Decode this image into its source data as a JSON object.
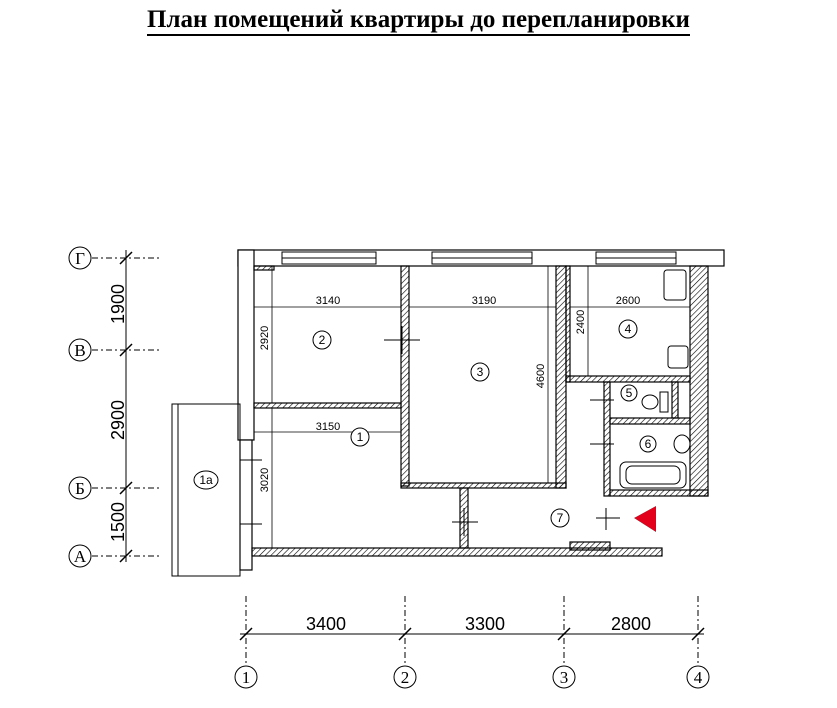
{
  "title": "План помещений квартиры до перепланировки",
  "axes": {
    "rows": [
      "Г",
      "В",
      "Б",
      "А"
    ],
    "cols": [
      "1",
      "2",
      "3",
      "4"
    ]
  },
  "vertical_dims": [
    "1900",
    "2900",
    "1500"
  ],
  "horizontal_dims": [
    "3400",
    "3300",
    "2800"
  ],
  "inner_dims": {
    "d3140": "3140",
    "d3190": "3190",
    "d2600": "2600",
    "d2920": "2920",
    "d4600": "4600",
    "d2400": "2400",
    "d3150": "3150",
    "d3020": "3020"
  },
  "rooms": [
    "1",
    "1а",
    "2",
    "3",
    "4",
    "5",
    "6",
    "7"
  ],
  "colors": {
    "marker": "#e3001b",
    "ink": "#000000"
  }
}
